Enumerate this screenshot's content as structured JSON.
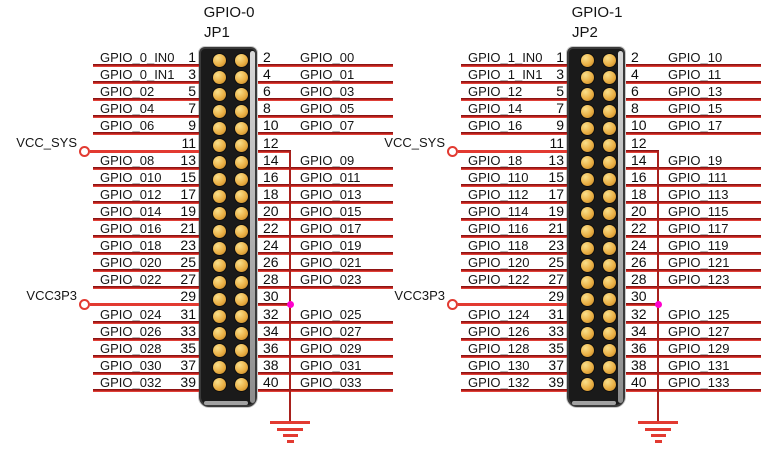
{
  "palette": {
    "wire_dark": "#8e1313",
    "wire_bright": "#df4038",
    "net_red": "#e23a31",
    "junction_pink": "#ff00cc",
    "pin_gold": "#eab045",
    "body_black": "#1a1a1a",
    "background": "#ffffff"
  },
  "connectors": [
    {
      "title": "GPIO-0",
      "refdes": "JP1",
      "power_nets": [
        {
          "label": "VCC_SYS",
          "row_index": 5
        },
        {
          "label": "VCC3P3",
          "row_index": 14
        }
      ],
      "ground_bus": {
        "top_row_index": 5,
        "junction_row_index": 14
      },
      "rows": [
        {
          "left_label": "GPIO_0_IN0",
          "left_pin": 1,
          "right_pin": 2,
          "right_label": "GPIO_00"
        },
        {
          "left_label": "GPIO_0_IN1",
          "left_pin": 3,
          "right_pin": 4,
          "right_label": "GPIO_01"
        },
        {
          "left_label": "GPIO_02",
          "left_pin": 5,
          "right_pin": 6,
          "right_label": "GPIO_03"
        },
        {
          "left_label": "GPIO_04",
          "left_pin": 7,
          "right_pin": 8,
          "right_label": "GPIO_05"
        },
        {
          "left_label": "GPIO_06",
          "left_pin": 9,
          "right_pin": 10,
          "right_label": "GPIO_07"
        },
        {
          "left_label": "",
          "left_pin": 11,
          "right_pin": 12,
          "right_label": ""
        },
        {
          "left_label": "GPIO_08",
          "left_pin": 13,
          "right_pin": 14,
          "right_label": "GPIO_09"
        },
        {
          "left_label": "GPIO_010",
          "left_pin": 15,
          "right_pin": 16,
          "right_label": "GPIO_011"
        },
        {
          "left_label": "GPIO_012",
          "left_pin": 17,
          "right_pin": 18,
          "right_label": "GPIO_013"
        },
        {
          "left_label": "GPIO_014",
          "left_pin": 19,
          "right_pin": 20,
          "right_label": "GPIO_015"
        },
        {
          "left_label": "GPIO_016",
          "left_pin": 21,
          "right_pin": 22,
          "right_label": "GPIO_017"
        },
        {
          "left_label": "GPIO_018",
          "left_pin": 23,
          "right_pin": 24,
          "right_label": "GPIO_019"
        },
        {
          "left_label": "GPIO_020",
          "left_pin": 25,
          "right_pin": 26,
          "right_label": "GPIO_021"
        },
        {
          "left_label": "GPIO_022",
          "left_pin": 27,
          "right_pin": 28,
          "right_label": "GPIO_023"
        },
        {
          "left_label": "",
          "left_pin": 29,
          "right_pin": 30,
          "right_label": ""
        },
        {
          "left_label": "GPIO_024",
          "left_pin": 31,
          "right_pin": 32,
          "right_label": "GPIO_025"
        },
        {
          "left_label": "GPIO_026",
          "left_pin": 33,
          "right_pin": 34,
          "right_label": "GPIO_027"
        },
        {
          "left_label": "GPIO_028",
          "left_pin": 35,
          "right_pin": 36,
          "right_label": "GPIO_029"
        },
        {
          "left_label": "GPIO_030",
          "left_pin": 37,
          "right_pin": 38,
          "right_label": "GPIO_031"
        },
        {
          "left_label": "GPIO_032",
          "left_pin": 39,
          "right_pin": 40,
          "right_label": "GPIO_033"
        }
      ]
    },
    {
      "title": "GPIO-1",
      "refdes": "JP2",
      "power_nets": [
        {
          "label": "VCC_SYS",
          "row_index": 5
        },
        {
          "label": "VCC3P3",
          "row_index": 14
        }
      ],
      "ground_bus": {
        "top_row_index": 5,
        "junction_row_index": 14
      },
      "rows": [
        {
          "left_label": "GPIO_1_IN0",
          "left_pin": 1,
          "right_pin": 2,
          "right_label": "GPIO_10"
        },
        {
          "left_label": "GPIO_1_IN1",
          "left_pin": 3,
          "right_pin": 4,
          "right_label": "GPIO_11"
        },
        {
          "left_label": "GPIO_12",
          "left_pin": 5,
          "right_pin": 6,
          "right_label": "GPIO_13"
        },
        {
          "left_label": "GPIO_14",
          "left_pin": 7,
          "right_pin": 8,
          "right_label": "GPIO_15"
        },
        {
          "left_label": "GPIO_16",
          "left_pin": 9,
          "right_pin": 10,
          "right_label": "GPIO_17"
        },
        {
          "left_label": "",
          "left_pin": 11,
          "right_pin": 12,
          "right_label": ""
        },
        {
          "left_label": "GPIO_18",
          "left_pin": 13,
          "right_pin": 14,
          "right_label": "GPIO_19"
        },
        {
          "left_label": "GPIO_110",
          "left_pin": 15,
          "right_pin": 16,
          "right_label": "GPIO_111"
        },
        {
          "left_label": "GPIO_112",
          "left_pin": 17,
          "right_pin": 18,
          "right_label": "GPIO_113"
        },
        {
          "left_label": "GPIO_114",
          "left_pin": 19,
          "right_pin": 20,
          "right_label": "GPIO_115"
        },
        {
          "left_label": "GPIO_116",
          "left_pin": 21,
          "right_pin": 22,
          "right_label": "GPIO_117"
        },
        {
          "left_label": "GPIO_118",
          "left_pin": 23,
          "right_pin": 24,
          "right_label": "GPIO_119"
        },
        {
          "left_label": "GPIO_120",
          "left_pin": 25,
          "right_pin": 26,
          "right_label": "GPIO_121"
        },
        {
          "left_label": "GPIO_122",
          "left_pin": 27,
          "right_pin": 28,
          "right_label": "GPIO_123"
        },
        {
          "left_label": "",
          "left_pin": 29,
          "right_pin": 30,
          "right_label": ""
        },
        {
          "left_label": "GPIO_124",
          "left_pin": 31,
          "right_pin": 32,
          "right_label": "GPIO_125"
        },
        {
          "left_label": "GPIO_126",
          "left_pin": 33,
          "right_pin": 34,
          "right_label": "GPIO_127"
        },
        {
          "left_label": "GPIO_128",
          "left_pin": 35,
          "right_pin": 36,
          "right_label": "GPIO_129"
        },
        {
          "left_label": "GPIO_130",
          "left_pin": 37,
          "right_pin": 38,
          "right_label": "GPIO_131"
        },
        {
          "left_label": "GPIO_132",
          "left_pin": 39,
          "right_pin": 40,
          "right_label": "GPIO_133"
        }
      ]
    }
  ]
}
